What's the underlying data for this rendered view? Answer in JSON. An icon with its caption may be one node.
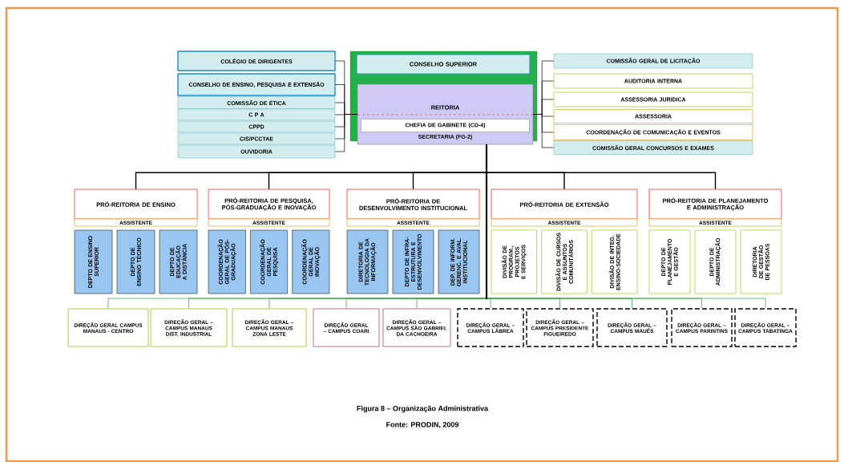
{
  "diagram": {
    "caption": "Figura 8 – Organização Administrativa",
    "nodes": [
      {
        "text": [
          "CONSELHO SUPERIOR"
        ]
      },
      {
        "text": [
          "REITORIA",
          "SECRETARIA (FG-2)"
        ]
      },
      {
        "text": [
          "CHEFIA DE GABINETE (CD-4)"
        ],
        "in": 1
      },
      {
        "text": [
          "COLÉGIO DE DIRIGENTES"
        ]
      },
      {
        "text": [
          "CONSELHO DE ENSINO, PESQUISA E EXTENSÃO"
        ]
      },
      {
        "text": [
          "COMISSÃO DE ÉTICA"
        ]
      },
      {
        "text": [
          "C P A"
        ]
      },
      {
        "text": [
          "CPPD"
        ]
      },
      {
        "text": [
          "CIS/PCCTAE"
        ]
      },
      {
        "text": [
          "OUVIDORIA"
        ]
      },
      {
        "text": [
          "COMISSÃO GERAL DE LICITAÇÃO"
        ]
      },
      {
        "text": [
          "AUDITORIA INTERNA"
        ]
      },
      {
        "text": [
          "ASSESSORIA JURIDICA"
        ]
      },
      {
        "text": [
          "ASSESSORIA"
        ]
      },
      {
        "text": [
          "COORDENAÇÃO DE COMUNICAÇÃO E EVENTOS"
        ]
      },
      {
        "text": [
          "COMISSÃO GERAL CONCURSOS E EXAMES"
        ]
      },
      {
        "text": [
          "PRÓ-REITORIA DE ENSINO",
          "ASSISTENTE"
        ]
      },
      {
        "text": [
          "DEPTO DE ENSINO SUPERIOR"
        ]
      },
      {
        "text": [
          "DEPTO DE ENSINO TÉCNICO"
        ]
      },
      {
        "text": [
          "DEPTO DE EDUCAÇÃO A DISTÂNCIA"
        ]
      },
      {
        "text": [
          "PRÓ-REITORIA DE PESQUISA, PÓS-GRADUAÇÃO E INOVAÇÃO",
          "ASSISTENTE"
        ]
      },
      {
        "text": [
          "COORDENAÇÃO GERAL DE PÓS-GRADUAÇÃO"
        ]
      },
      {
        "text": [
          "COORDENAÇÃO GERAL DE PESQUISA"
        ]
      },
      {
        "text": [
          "COORDENAÇÃO GERAL DE INOVAÇÃO"
        ]
      },
      {
        "text": [
          "PRÓ-REITORIA DE DESENVOLVIMENTO INSTITUCIONAL",
          "ASSISTENTE"
        ]
      },
      {
        "text": [
          "DIRETORIA DE TECNOLOGIA DA INFORMAÇÃO"
        ]
      },
      {
        "text": [
          "DEPTO DE INFRA-ESTRUTURA E DESENVOLVIMENTO"
        ]
      },
      {
        "text": [
          "DEP. DE INFORM. GERENC. E AVAL. INSTITUCIONAL"
        ]
      },
      {
        "text": [
          "PRÓ-REITORIA DE EXTENSÃO",
          "ASSISTENTE"
        ]
      },
      {
        "text": [
          "DIVISÃO DE PROGRAM., PROJETOS E SERVIÇOS"
        ]
      },
      {
        "text": [
          "DIVISÃO DE CURSOS E ASSUNTOS COMUNITÁRIOS"
        ]
      },
      {
        "text": [
          "DIVISÃO DE INTEG. ENSINO-SOCIEDADE"
        ]
      },
      {
        "text": [
          "PRÓ-REITORIA DE PLANEJAMENTO E ADMINISTRAÇÃO",
          "ASSISTENTE"
        ]
      },
      {
        "text": [
          "DEPTO DE PLANEJAMENTO E GESTÃO"
        ]
      },
      {
        "text": [
          "DEPTO DE ADMINISTRAÇÃO"
        ]
      },
      {
        "text": [
          "DIRETORIA DE GESTÃO DE PESSOAS"
        ]
      },
      {
        "text": [
          "DIREÇÃO GERAL CAMPUS MANAUS - CENTRO"
        ]
      },
      {
        "text": [
          "DIREÇÃO GERAL – CAMPUS MANAUS DIST. INDUSTRIAL"
        ]
      },
      {
        "text": [
          "DIREÇÃO GERAL – CAMPUS MANAUS ZONA LESTE"
        ]
      },
      {
        "text": [
          "DIREÇÃO GERAL – CAMPUS COARI"
        ]
      },
      {
        "text": [
          "DIREÇÃO GERAL – CAMPUS SÃO GABRIEL DA CACHOEIRA"
        ]
      },
      {
        "text": [
          "DIREÇÃO GERAL – CAMPUS LÁBREA"
        ]
      },
      {
        "text": [
          "DIREÇÃO GERAL – CAMPUS PRESIDENTE FIGUEIREDO"
        ]
      },
      {
        "text": [
          "DIREÇÃO GERAL – CAMPUS MAUÉS"
        ]
      },
      {
        "text": [
          "DIREÇÃO GERAL – CAMPUS PARINTINS"
        ]
      },
      {
        "text": [
          "DIREÇÃO GERAL – CAMPUS TABATINGA"
        ]
      }
    ],
    "edges": [
      {
        "from": 3,
        "to": 1,
        "arrow": "none"
      },
      {
        "from": 4,
        "to": 1,
        "arrow": "none"
      },
      {
        "from": 5,
        "to": 1,
        "arrow": "none"
      },
      {
        "from": 6,
        "to": 1,
        "arrow": "none"
      },
      {
        "from": 7,
        "to": 1,
        "arrow": "none"
      },
      {
        "from": 8,
        "to": 1,
        "arrow": "none"
      },
      {
        "from": 9,
        "to": 1,
        "arrow": "none"
      },
      {
        "from": 1,
        "to": 10,
        "arrow": "none"
      },
      {
        "from": 1,
        "to": 11,
        "arrow": "none"
      },
      {
        "from": 1,
        "to": 12,
        "arrow": "none"
      },
      {
        "from": 1,
        "to": 13,
        "arrow": "none"
      },
      {
        "from": 1,
        "to": 14,
        "arrow": "none"
      },
      {
        "from": 1,
        "to": 15,
        "arrow": "none"
      },
      {
        "from": 1,
        "to": 16,
        "arrow": "none"
      },
      {
        "from": 1,
        "to": 20,
        "arrow": "none"
      },
      {
        "from": 1,
        "to": 24,
        "arrow": "none"
      },
      {
        "from": 1,
        "to": 28,
        "arrow": "none"
      },
      {
        "from": 1,
        "to": 32,
        "arrow": "none"
      },
      {
        "from": 1,
        "to": 36,
        "arrow": "none",
        "color": "#2e9e3e"
      },
      {
        "from": 1,
        "to": 37,
        "arrow": "none",
        "color": "#2e9e3e"
      },
      {
        "from": 1,
        "to": 38,
        "arrow": "none",
        "color": "#2e9e3e"
      },
      {
        "from": 1,
        "to": 39,
        "arrow": "none",
        "color": "#2e9e3e"
      },
      {
        "from": 1,
        "to": 40,
        "arrow": "none",
        "color": "#2e9e3e"
      },
      {
        "from": 1,
        "to": 41,
        "arrow": "none",
        "color": "#2e9e3e"
      },
      {
        "from": 1,
        "to": 42,
        "arrow": "none",
        "color": "#2e9e3e"
      },
      {
        "from": 1,
        "to": 43,
        "arrow": "none",
        "color": "#2e9e3e"
      },
      {
        "from": 1,
        "to": 44,
        "arrow": "none",
        "color": "#2e9e3e"
      },
      {
        "from": 1,
        "to": 45,
        "arrow": "none",
        "color": "#2e9e3e"
      }
    ],
    "labels": [
      "Fonte: PRODIN, 2009"
    ]
  }
}
